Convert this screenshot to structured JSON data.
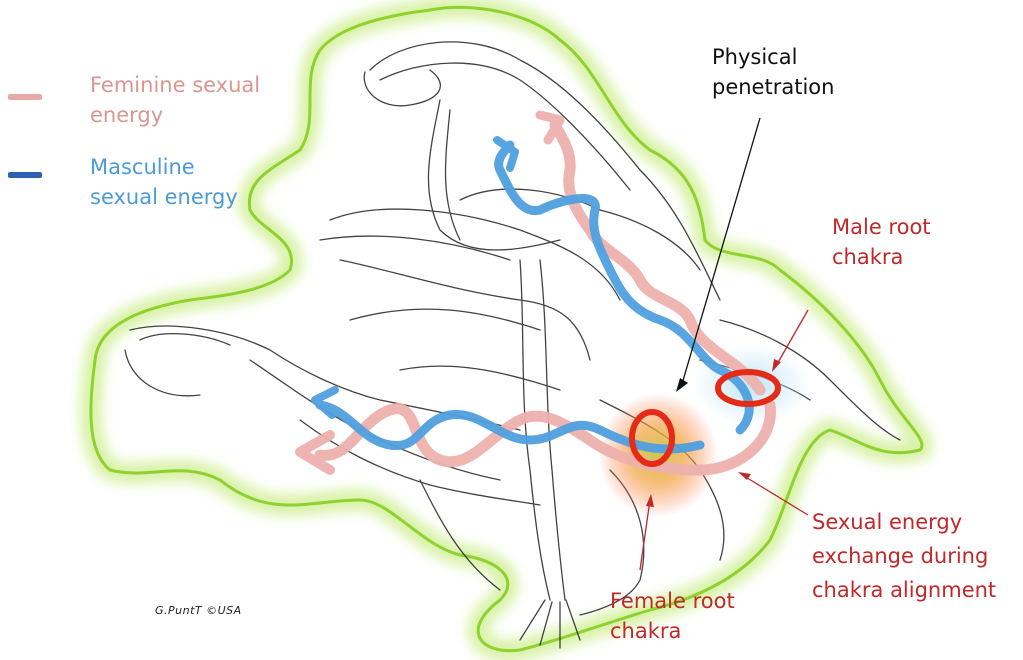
{
  "legend": {
    "feminine": {
      "text_line1": "Feminine sexual",
      "text_line2": "energy",
      "color": "#e8a9a6",
      "text_color": "#d99792"
    },
    "masculine": {
      "text_line1": "Masculine",
      "text_line2": "sexual energy",
      "color": "#2e62b0",
      "text_color": "#4d9ad8"
    }
  },
  "labels": {
    "penetration": {
      "line1": "Physical",
      "line2": "penetration",
      "color": "#111111"
    },
    "male_root": {
      "line1": "Male root",
      "line2": "chakra",
      "color": "#c0282a"
    },
    "exchange": {
      "line1": "Sexual energy",
      "line2": "exchange during",
      "line3": "chakra alignment",
      "color": "#c0282a"
    },
    "female_root": {
      "line1": "Female root",
      "line2": "chakra",
      "color": "#c0282a"
    }
  },
  "signature": "G.PuntT ©USA",
  "colors": {
    "aura": "#8fd12f",
    "aura_glow": "#d9f2a8",
    "pink_flow": "#eeb1ad",
    "blue_flow": "#4fa0e0",
    "chakra_ring": "#e52b17",
    "chakra_glow": "#f7c05a",
    "sketch": "#222222"
  }
}
